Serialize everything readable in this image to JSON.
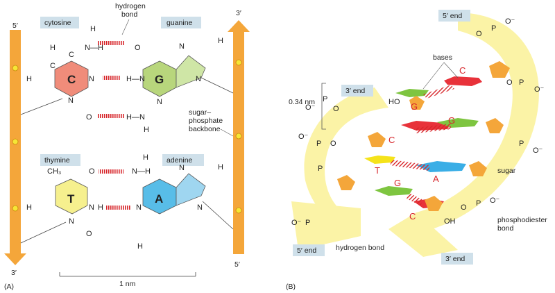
{
  "panelA": {
    "panel_label": "(A)",
    "labels": {
      "cytosine": "cytosine",
      "guanine": "guanine",
      "thymine": "thymine",
      "adenine": "adenine",
      "hbond_l1": "hydrogen",
      "hbond_l2": "bond",
      "backbone_l1": "sugar–",
      "backbone_l2": "phosphate",
      "backbone_l3": "backbone",
      "scale": "1 nm"
    },
    "ends": {
      "left_top": "5′",
      "left_bottom": "3′",
      "right_top": "3′",
      "right_bottom": "5′"
    },
    "bases": {
      "C": "C",
      "G": "G",
      "T": "T",
      "A": "A"
    },
    "atoms": {
      "H": "H",
      "C": "C",
      "N": "N",
      "O": "O",
      "NH": "N—H",
      "HN": "H—N",
      "CH3": "CH₃"
    },
    "colors": {
      "cytosine": "#f08c7a",
      "guanine": "#b8d67c",
      "thymine": "#f6f08e",
      "adenine": "#58bde8",
      "backbone": "#f4a63a",
      "hbond": "#d7262b",
      "label_box": "#cfe0ea"
    }
  },
  "panelB": {
    "panel_label": "(B)",
    "labels": {
      "five_end_top": "5′ end",
      "three_end_upper": "3′ end",
      "five_end_lower": "5′ end",
      "three_end_bottom": "3′ end",
      "bases": "bases",
      "distance": "0.34 nm",
      "sugar": "sugar",
      "phosphodiester_l1": "phosphodiester",
      "phosphodiester_l2": "bond",
      "hydrogen_bond": "hydrogen bond",
      "HO": "HO",
      "OH": "OH"
    },
    "base_letters": {
      "C1": "C",
      "G1": "G",
      "C2": "C",
      "G2": "G",
      "T": "T",
      "A": "A",
      "G3": "G",
      "C3": "C"
    },
    "phosphate": {
      "P": "P",
      "O": "O",
      "Ominus": "O⁻"
    },
    "colors": {
      "helix": "#fbf3a6",
      "sugar": "#f4a63a",
      "base_red": "#e8323a",
      "base_green": "#7ec540",
      "base_yellow": "#f5e31a",
      "base_blue": "#3aaee6"
    }
  }
}
